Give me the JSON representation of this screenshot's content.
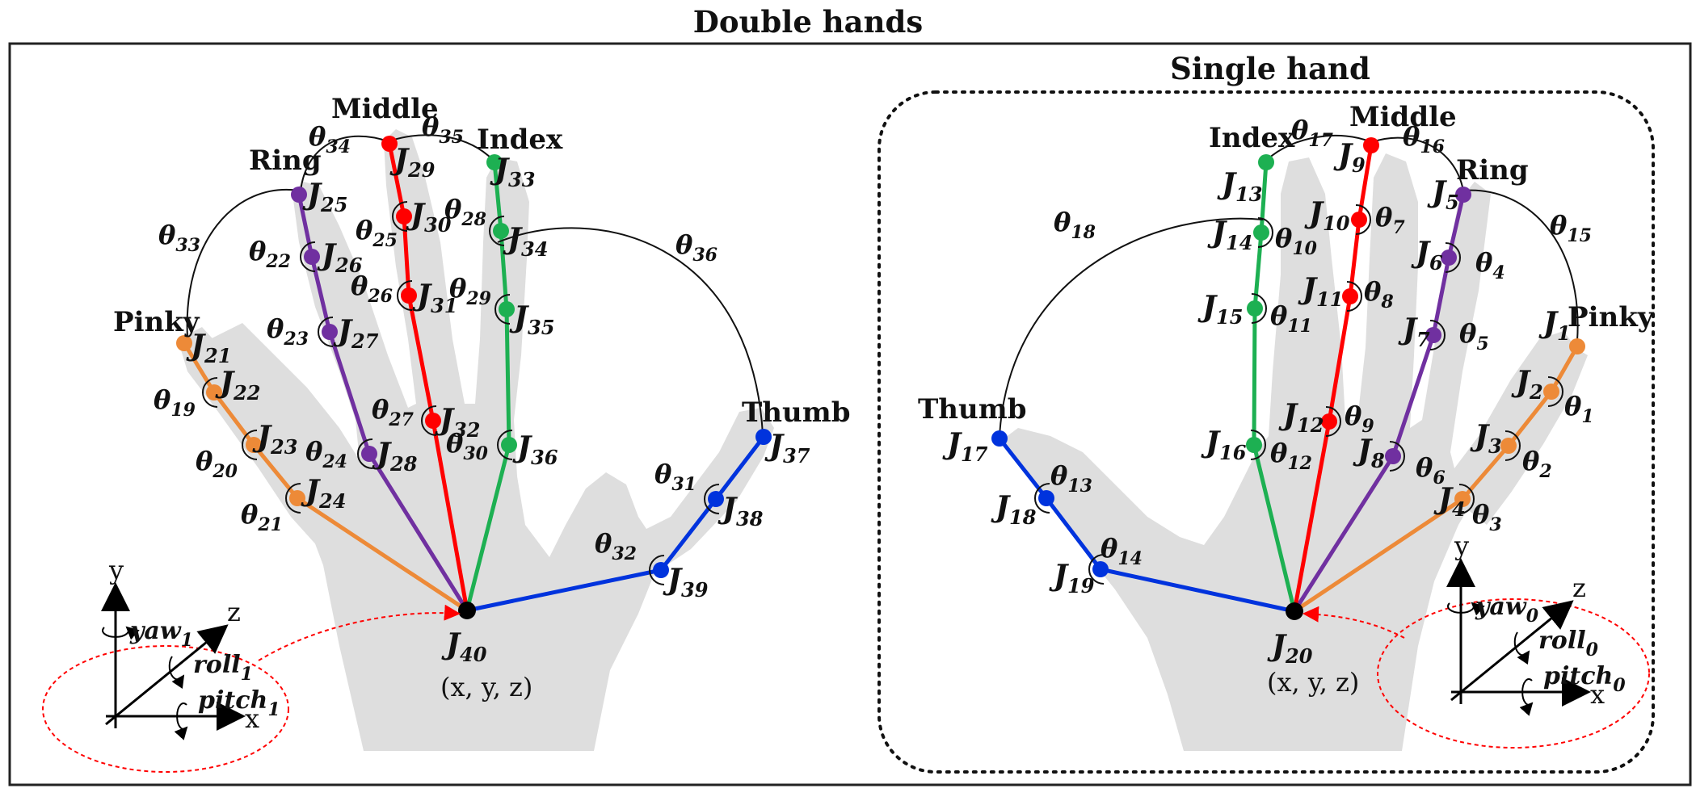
{
  "titles": {
    "double": "Double hands",
    "single": "Single hand"
  },
  "coord_text": "(x, y, z)",
  "colors": {
    "pinky": "#ED8A38",
    "ring": "#7030A0",
    "middle": "#FF0000",
    "index": "#1DB052",
    "thumb": "#0033DD",
    "root": "#000000",
    "palm": "#DEDEDE",
    "ellipse": "#FF0000"
  },
  "double": {
    "fingers": {
      "pinky": "Pinky",
      "ring": "Ring",
      "middle": "Middle",
      "index": "Index",
      "thumb": "Thumb"
    },
    "joints": [
      {
        "id": "J21",
        "base": "J",
        "sub": "21"
      },
      {
        "id": "J22",
        "base": "J",
        "sub": "22"
      },
      {
        "id": "J23",
        "base": "J",
        "sub": "23"
      },
      {
        "id": "J24",
        "base": "J",
        "sub": "24"
      },
      {
        "id": "J25",
        "base": "J",
        "sub": "25"
      },
      {
        "id": "J26",
        "base": "J",
        "sub": "26"
      },
      {
        "id": "J27",
        "base": "J",
        "sub": "27"
      },
      {
        "id": "J28",
        "base": "J",
        "sub": "28"
      },
      {
        "id": "J29",
        "base": "J",
        "sub": "29"
      },
      {
        "id": "J30",
        "base": "J",
        "sub": "30"
      },
      {
        "id": "J31",
        "base": "J",
        "sub": "31"
      },
      {
        "id": "J32",
        "base": "J",
        "sub": "32"
      },
      {
        "id": "J33",
        "base": "J",
        "sub": "33"
      },
      {
        "id": "J34",
        "base": "J",
        "sub": "34"
      },
      {
        "id": "J35",
        "base": "J",
        "sub": "35"
      },
      {
        "id": "J36",
        "base": "J",
        "sub": "36"
      },
      {
        "id": "J37",
        "base": "J",
        "sub": "37"
      },
      {
        "id": "J38",
        "base": "J",
        "sub": "38"
      },
      {
        "id": "J39",
        "base": "J",
        "sub": "39"
      },
      {
        "id": "J40",
        "base": "J",
        "sub": "40"
      }
    ],
    "angles": [
      {
        "id": "t19",
        "base": "θ",
        "sub": "19"
      },
      {
        "id": "t20",
        "base": "θ",
        "sub": "20"
      },
      {
        "id": "t21",
        "base": "θ",
        "sub": "21"
      },
      {
        "id": "t22",
        "base": "θ",
        "sub": "22"
      },
      {
        "id": "t23",
        "base": "θ",
        "sub": "23"
      },
      {
        "id": "t24",
        "base": "θ",
        "sub": "24"
      },
      {
        "id": "t25",
        "base": "θ",
        "sub": "25"
      },
      {
        "id": "t26",
        "base": "θ",
        "sub": "26"
      },
      {
        "id": "t27",
        "base": "θ",
        "sub": "27"
      },
      {
        "id": "t28",
        "base": "θ",
        "sub": "28"
      },
      {
        "id": "t29",
        "base": "θ",
        "sub": "29"
      },
      {
        "id": "t30",
        "base": "θ",
        "sub": "30"
      },
      {
        "id": "t31",
        "base": "θ",
        "sub": "31"
      },
      {
        "id": "t32",
        "base": "θ",
        "sub": "32"
      },
      {
        "id": "t33",
        "base": "θ",
        "sub": "33"
      },
      {
        "id": "t34",
        "base": "θ",
        "sub": "34"
      },
      {
        "id": "t35",
        "base": "θ",
        "sub": "35"
      },
      {
        "id": "t36",
        "base": "θ",
        "sub": "36"
      }
    ],
    "axes": {
      "x": "x",
      "y": "y",
      "z": "z",
      "yaw": {
        "base": "yaw",
        "sub": "1"
      },
      "roll": {
        "base": "roll",
        "sub": "1"
      },
      "pitch": {
        "base": "pitch",
        "sub": "1"
      }
    }
  },
  "single": {
    "fingers": {
      "pinky": "Pinky",
      "ring": "Ring",
      "middle": "Middle",
      "index": "Index",
      "thumb": "Thumb"
    },
    "joints": [
      {
        "id": "J1",
        "base": "J",
        "sub": "1"
      },
      {
        "id": "J2",
        "base": "J",
        "sub": "2"
      },
      {
        "id": "J3",
        "base": "J",
        "sub": "3"
      },
      {
        "id": "J4",
        "base": "J",
        "sub": "4"
      },
      {
        "id": "J5",
        "base": "J",
        "sub": "5"
      },
      {
        "id": "J6",
        "base": "J",
        "sub": "6"
      },
      {
        "id": "J7",
        "base": "J",
        "sub": "7"
      },
      {
        "id": "J8",
        "base": "J",
        "sub": "8"
      },
      {
        "id": "J9",
        "base": "J",
        "sub": "9"
      },
      {
        "id": "J10",
        "base": "J",
        "sub": "10"
      },
      {
        "id": "J11",
        "base": "J",
        "sub": "11"
      },
      {
        "id": "J12",
        "base": "J",
        "sub": "12"
      },
      {
        "id": "J13",
        "base": "J",
        "sub": "13"
      },
      {
        "id": "J14",
        "base": "J",
        "sub": "14"
      },
      {
        "id": "J15",
        "base": "J",
        "sub": "15"
      },
      {
        "id": "J16",
        "base": "J",
        "sub": "16"
      },
      {
        "id": "J17",
        "base": "J",
        "sub": "17"
      },
      {
        "id": "J18",
        "base": "J",
        "sub": "18"
      },
      {
        "id": "J19",
        "base": "J",
        "sub": "19"
      },
      {
        "id": "J20",
        "base": "J",
        "sub": "20"
      }
    ],
    "angles": [
      {
        "id": "t1",
        "base": "θ",
        "sub": "1"
      },
      {
        "id": "t2",
        "base": "θ",
        "sub": "2"
      },
      {
        "id": "t3",
        "base": "θ",
        "sub": "3"
      },
      {
        "id": "t4",
        "base": "θ",
        "sub": "4"
      },
      {
        "id": "t5",
        "base": "θ",
        "sub": "5"
      },
      {
        "id": "t6",
        "base": "θ",
        "sub": "6"
      },
      {
        "id": "t7",
        "base": "θ",
        "sub": "7"
      },
      {
        "id": "t8",
        "base": "θ",
        "sub": "8"
      },
      {
        "id": "t9",
        "base": "θ",
        "sub": "9"
      },
      {
        "id": "t10",
        "base": "θ",
        "sub": "10"
      },
      {
        "id": "t11",
        "base": "θ",
        "sub": "11"
      },
      {
        "id": "t12",
        "base": "θ",
        "sub": "12"
      },
      {
        "id": "t13",
        "base": "θ",
        "sub": "13"
      },
      {
        "id": "t14",
        "base": "θ",
        "sub": "14"
      },
      {
        "id": "t15",
        "base": "θ",
        "sub": "15"
      },
      {
        "id": "t16",
        "base": "θ",
        "sub": "16"
      },
      {
        "id": "t17",
        "base": "θ",
        "sub": "17"
      },
      {
        "id": "t18",
        "base": "θ",
        "sub": "18"
      }
    ],
    "axes": {
      "x": "x",
      "y": "y",
      "z": "z",
      "yaw": {
        "base": "yaw",
        "sub": "0"
      },
      "roll": {
        "base": "roll",
        "sub": "0"
      },
      "pitch": {
        "base": "pitch",
        "sub": "0"
      }
    }
  }
}
